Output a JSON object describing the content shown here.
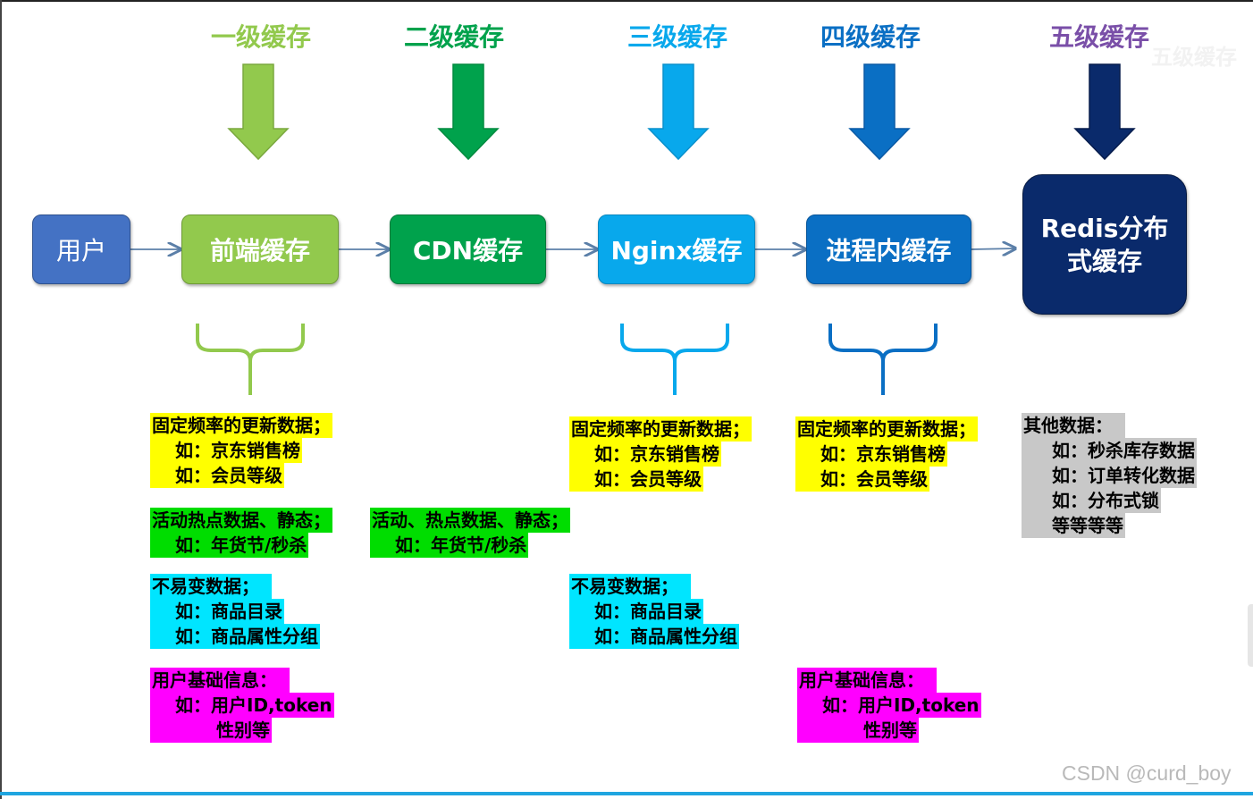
{
  "colors": {
    "green_light": "#92c94d",
    "green_dark": "#00a24c",
    "sky": "#08a8ec",
    "blue": "#0a6fc4",
    "navy": "#0a2a6b",
    "purple": "#7a4fa8",
    "user_box": "#4472c4",
    "hl_yellow": "#ffff00",
    "hl_green": "#00dd00",
    "hl_cyan": "#00e5ff",
    "hl_magenta": "#ff00ff",
    "hl_gray": "#c8c8c8"
  },
  "levels": [
    {
      "label": "一级缓存"
    },
    {
      "label": "二级缓存"
    },
    {
      "label": "三级缓存"
    },
    {
      "label": "四级缓存"
    },
    {
      "label": "五级缓存"
    }
  ],
  "nodes": {
    "user": "用户",
    "frontend": "前端缓存",
    "cdn": "CDN缓存",
    "nginx": "Nginx缓存",
    "inproc": "进程内缓存",
    "redis_line1": "Redis分布",
    "redis_line2": "式缓存"
  },
  "notes": {
    "front": {
      "fixed": [
        "固定频率的更新数据；",
        "如：京东销售榜",
        "如：会员等级"
      ],
      "hot": [
        "活动热点数据、静态；",
        "如：年货节/秒杀"
      ],
      "stable": [
        "不易变数据；",
        "如：商品目录",
        "如：商品属性分组"
      ],
      "user": [
        "用户基础信息：",
        "如：用户ID,token",
        "性别等"
      ]
    },
    "cdn": {
      "hot": [
        "活动、热点数据、静态；",
        "如：年货节/秒杀"
      ]
    },
    "nginx": {
      "fixed": [
        "固定频率的更新数据；",
        "如：京东销售榜",
        "如：会员等级"
      ],
      "stable": [
        "不易变数据；",
        "如：商品目录",
        "如：商品属性分组"
      ]
    },
    "inproc": {
      "fixed": [
        "固定频率的更新数据；",
        "如：京东销售榜",
        "如：会员等级"
      ],
      "user": [
        "用户基础信息：",
        "如：用户ID,token",
        "性别等"
      ]
    },
    "redis": {
      "other": [
        "其他数据：",
        "如：秒杀库存数据",
        "如：订单转化数据",
        "如：分布式锁",
        "等等等等"
      ]
    }
  },
  "watermark": "CSDN @curd_boy"
}
